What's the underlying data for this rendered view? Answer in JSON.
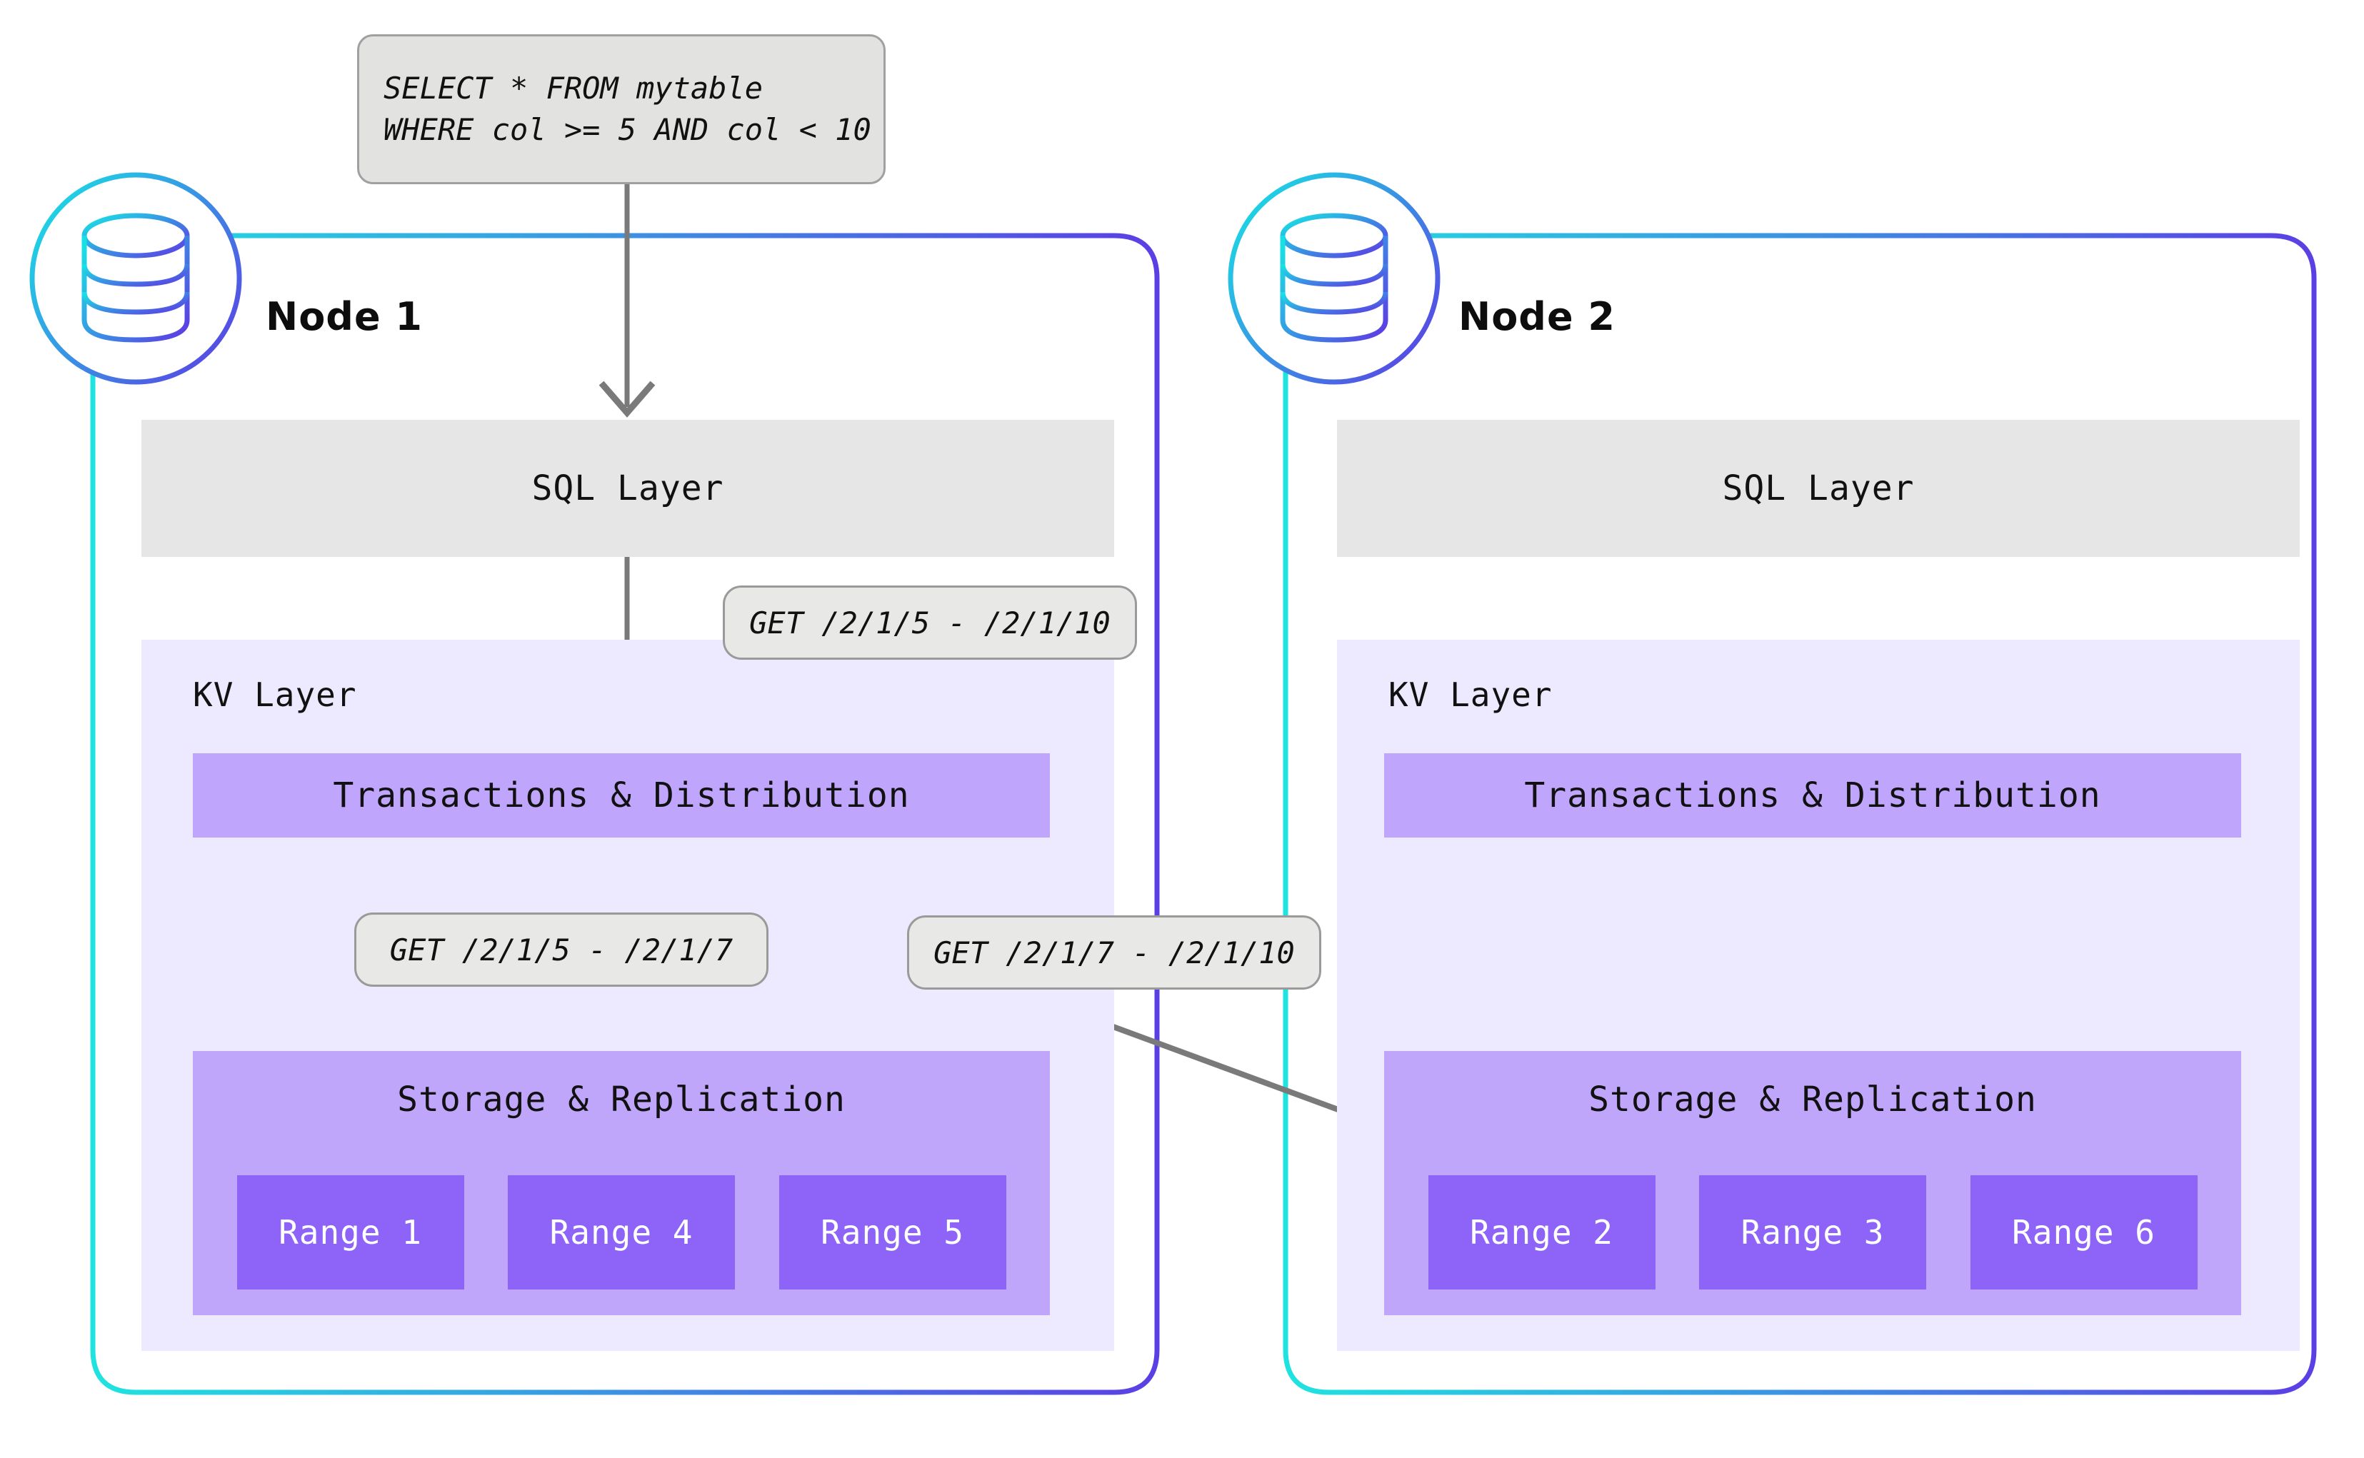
{
  "diagram": {
    "title": "CockroachDB distributed query execution across nodes",
    "colors": {
      "node_border_start": "#1fe3e0",
      "node_border_end": "#5b3fe4",
      "sql_layer_bg": "#e6e6e6",
      "kv_layer_bg": "#ede9fe",
      "txn_bar_bg": "#bfa5fc",
      "storage_bg": "#c0a6fb",
      "range_bg": "#8e63f7",
      "callout_bg": "#e8e9e6",
      "callout_border": "#9a9a9a",
      "arrow": "#7a7a7a",
      "text": "#111111",
      "range_text": "#ffffff"
    },
    "query_box": {
      "lines": [
        "SELECT * FROM mytable",
        "WHERE col >= 5 AND col < 10"
      ]
    },
    "callouts": {
      "sql_to_kv": "GET /2/1/5 - /2/1/10",
      "kv_to_local_range": "GET /2/1/5 - /2/1/7",
      "kv_to_remote_range": "GET /2/1/7 - /2/1/10"
    },
    "nodes": [
      {
        "title": "Node 1",
        "icon": "database-icon",
        "sql_layer_label": "SQL Layer",
        "kv_layer_label": "KV Layer",
        "txn_label": "Transactions & Distribution",
        "storage_label": "Storage & Replication",
        "ranges": [
          "Range 1",
          "Range 4",
          "Range 5"
        ]
      },
      {
        "title": "Node 2",
        "icon": "database-icon",
        "sql_layer_label": "SQL Layer",
        "kv_layer_label": "KV Layer",
        "txn_label": "Transactions & Distribution",
        "storage_label": "Storage & Replication",
        "ranges": [
          "Range 2",
          "Range 3",
          "Range 6"
        ]
      }
    ]
  }
}
